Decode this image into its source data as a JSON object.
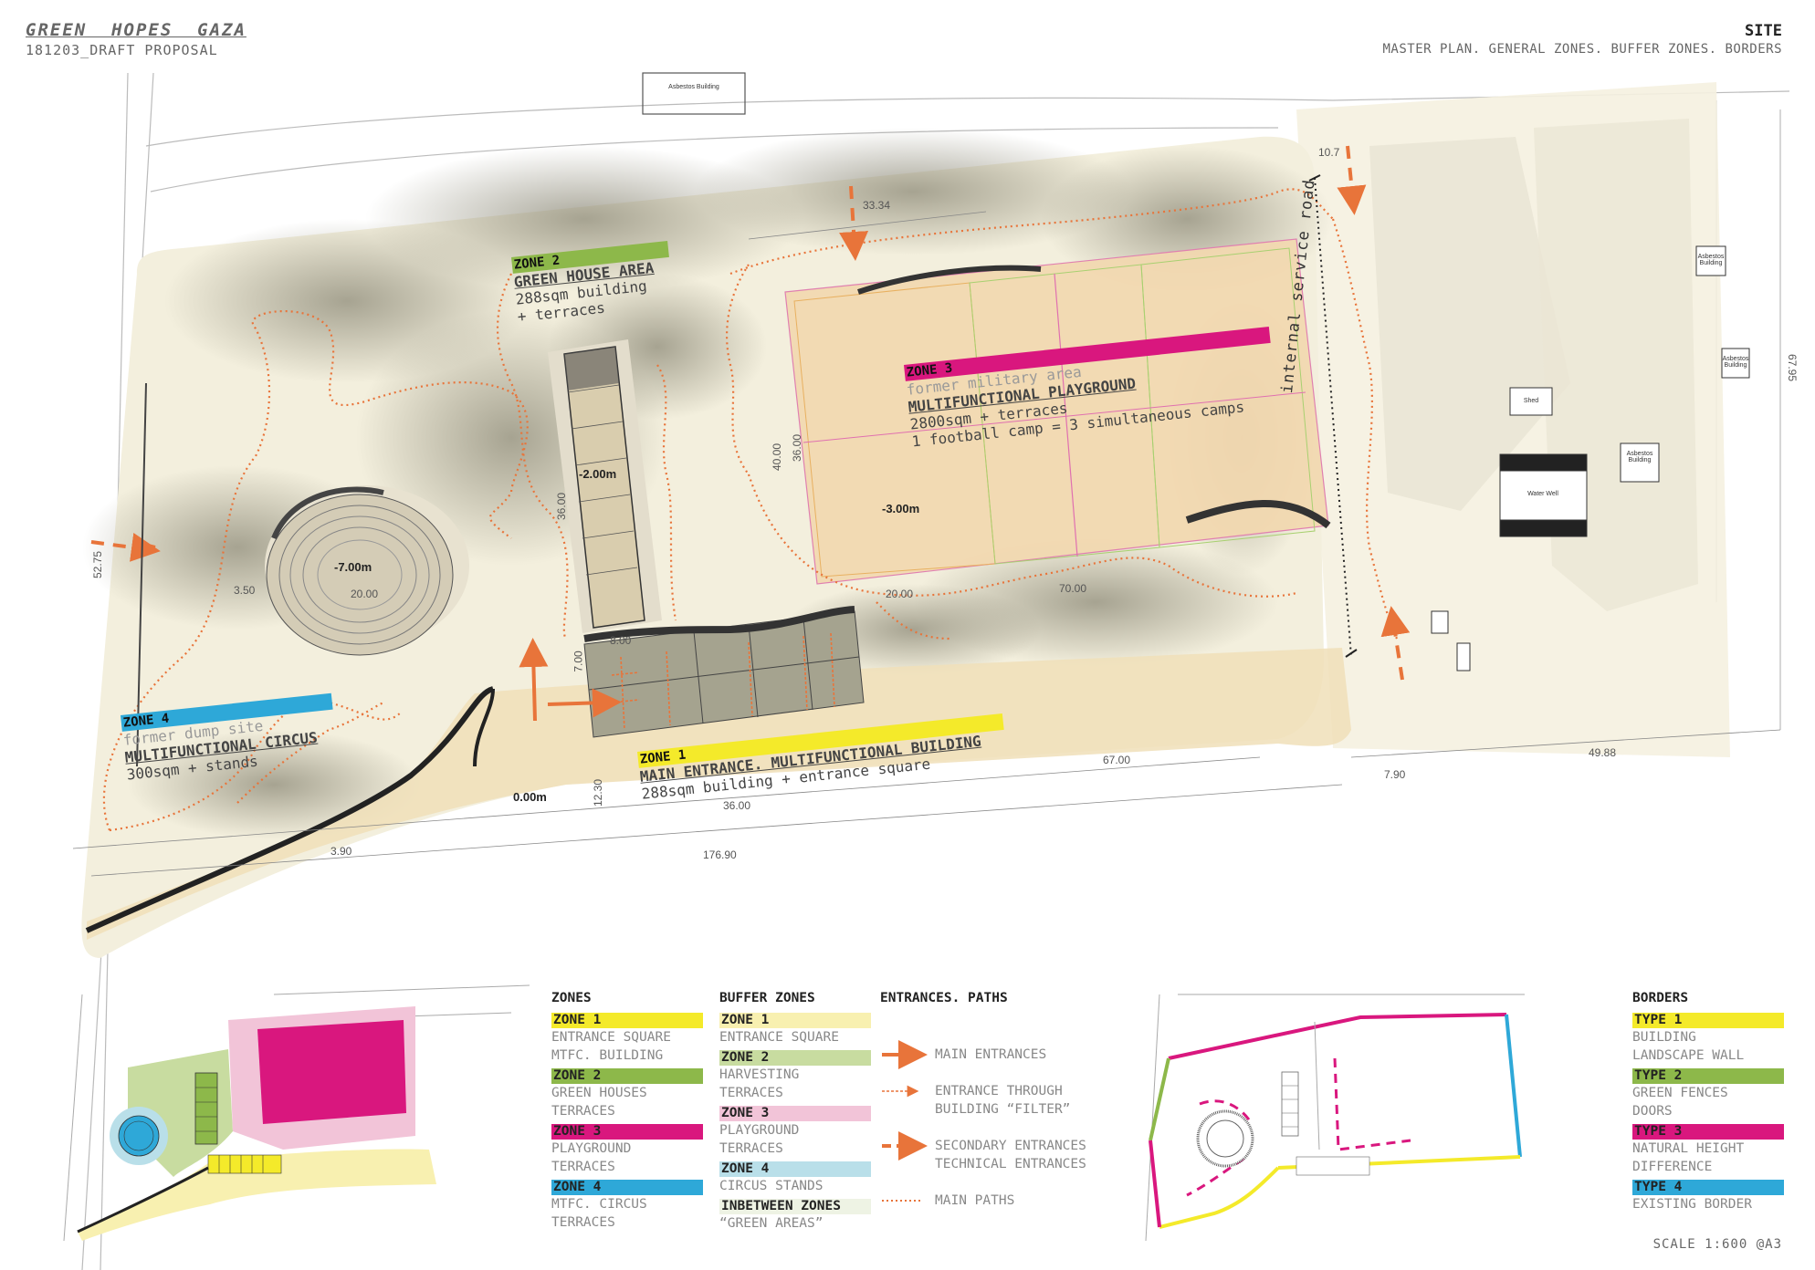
{
  "header": {
    "title": "GREEN  HOPES  GAZA",
    "subtitle": "181203_DRAFT PROPOSAL",
    "site": "SITE",
    "site_sub": "MASTER PLAN. GENERAL ZONES. BUFFER ZONES. BORDERS"
  },
  "plan": {
    "zone1": {
      "tag": "ZONE 1",
      "line1": "MAIN ENTRANCE. MULTIFUNCTIONAL BUILDING",
      "line2": "288sqm building + entrance square"
    },
    "zone2": {
      "tag": "ZONE 2",
      "line1": "GREEN HOUSE AREA",
      "line2": "288sqm building",
      "line3": "+ terraces"
    },
    "zone3": {
      "tag": "ZONE 3",
      "line1": "former military area",
      "line2": "MULTIFUNCTIONAL PLAYGROUND",
      "line3": "2800sqm + terraces",
      "line4": "1 football camp = 3 simultaneous camps"
    },
    "zone4": {
      "tag": "ZONE 4",
      "line1": "former dump site",
      "line2": "MULTIFUNCTIONAL CIRCUS",
      "line3": "300sqm + stands"
    },
    "road_label": "internal service road",
    "levels": {
      "circus": "-7.00m",
      "greenhouse": "-2.00m",
      "playground": "-3.00m",
      "entrance": "0.00m"
    },
    "dims": {
      "d1": "33.34",
      "d2": "10.7",
      "d3": "40.00",
      "d4": "36.00",
      "d5": "36.00",
      "d6": "20.00",
      "d7": "70.00",
      "d8": "8.00",
      "d9": "7.00",
      "d10": "12.30",
      "d11": "36.00",
      "d12": "67.00",
      "d13": "7.90",
      "d14": "49.88",
      "d15": "176.90",
      "d16": "3.90",
      "d17": "52.75",
      "d18": "3.50",
      "d19": "20.00",
      "d20": "67.95"
    },
    "buildings": {
      "asbestos": "Asbestos Building",
      "shed": "Shed",
      "water": "Water Well"
    }
  },
  "legend": {
    "zones": {
      "head": "ZONES",
      "items": [
        {
          "tag": "ZONE 1",
          "l1": "ENTRANCE SQUARE",
          "l2": "MTFC. BUILDING"
        },
        {
          "tag": "ZONE 2",
          "l1": "GREEN HOUSES",
          "l2": "TERRACES"
        },
        {
          "tag": "ZONE 3",
          "l1": "PLAYGROUND",
          "l2": "TERRACES"
        },
        {
          "tag": "ZONE 4",
          "l1": "MTFC. CIRCUS",
          "l2": "TERRACES"
        }
      ]
    },
    "buffer": {
      "head": "BUFFER ZONES",
      "items": [
        {
          "tag": "ZONE 1",
          "l1": "ENTRANCE SQUARE"
        },
        {
          "tag": "ZONE 2",
          "l1": "HARVESTING",
          "l2": "TERRACES"
        },
        {
          "tag": "ZONE 3",
          "l1": "PLAYGROUND",
          "l2": "TERRACES"
        },
        {
          "tag": "ZONE 4",
          "l1": "CIRCUS STANDS"
        },
        {
          "tag": "INBETWEEN ZONES",
          "l1": "“GREEN AREAS”"
        }
      ]
    },
    "entrances": {
      "head": "ENTRANCES. PATHS",
      "items": [
        {
          "l1": "MAIN ENTRANCES"
        },
        {
          "l1": "ENTRANCE THROUGH",
          "l2": "BUILDING “FILTER”"
        },
        {
          "l1": "SECONDARY ENTRANCES",
          "l2": "TECHNICAL ENTRANCES"
        },
        {
          "l1": "MAIN PATHS"
        }
      ]
    },
    "borders": {
      "head": "BORDERS",
      "items": [
        {
          "tag": "TYPE 1",
          "l1": "BUILDING",
          "l2": "LANDSCAPE WALL"
        },
        {
          "tag": "TYPE 2",
          "l1": "GREEN FENCES",
          "l2": "DOORS"
        },
        {
          "tag": "TYPE 3",
          "l1": "NATURAL HEIGHT",
          "l2": "DIFFERENCE"
        },
        {
          "tag": "TYPE 4",
          "l1": "EXISTING BORDER"
        }
      ]
    },
    "scale": "SCALE 1:600 @A3"
  },
  "colors": {
    "yellow": "#f4ea2a",
    "green": "#8db84a",
    "magenta": "#d9177e",
    "blue": "#2ea8d8",
    "light_green": "#c8dca0",
    "pink": "#f2c4d8",
    "light_blue": "#b9dfe9",
    "orange": "#e8743a",
    "sand": "#f0dfb8",
    "playground": "#f1d8b0"
  }
}
